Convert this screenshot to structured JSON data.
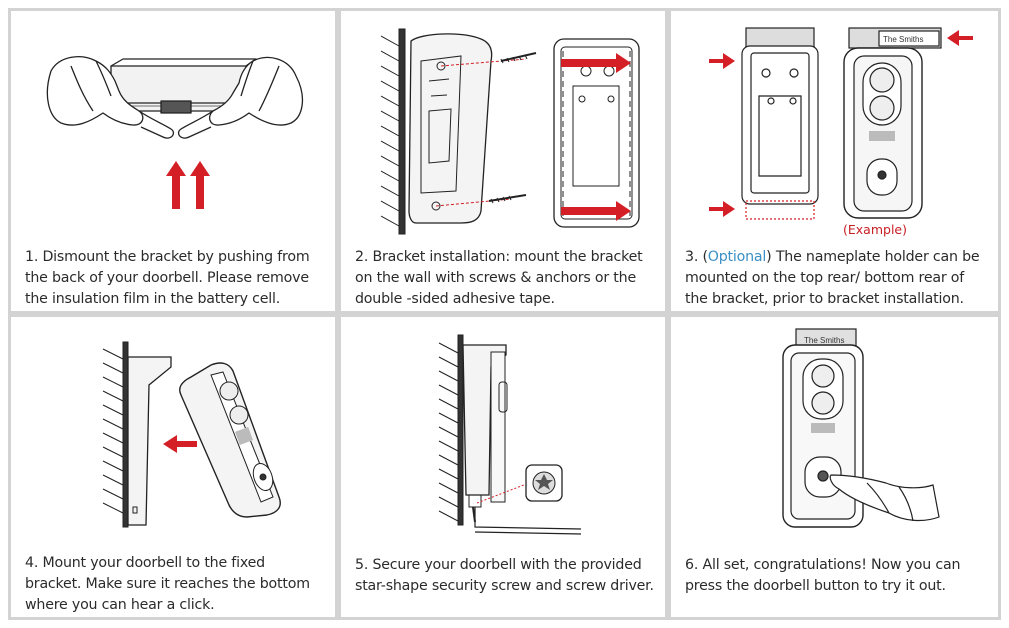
{
  "panels": [
    {
      "caption": "1. Dismount the bracket by pushing from the back of your doorbell. Please remove the insulation film in the battery cell."
    },
    {
      "caption": "2. Bracket installation: mount the bracket on the wall with screws & anchors or the double -sided adhesive tape."
    },
    {
      "caption_prefix": "3. (",
      "caption_optional": "Optional",
      "caption_suffix": ") The nameplate holder can be mounted on the top rear/ bottom rear of the bracket, prior to bracket installation.",
      "example_label": "(Example)",
      "nameplate_text": "The Smiths"
    },
    {
      "caption": "4. Mount your doorbell to the fixed bracket. Make sure it reaches the bottom where you can hear a click."
    },
    {
      "caption": "5. Secure your doorbell with the provided star-shape security screw and screw driver."
    },
    {
      "caption": "6. All set, congratulations! Now you can press the doorbell button to try it out.",
      "nameplate_text": "The Smiths"
    }
  ],
  "colors": {
    "accent_red": "#d41f26",
    "optional_blue": "#3a8fc6",
    "panel_border": "#d3d3d3"
  }
}
